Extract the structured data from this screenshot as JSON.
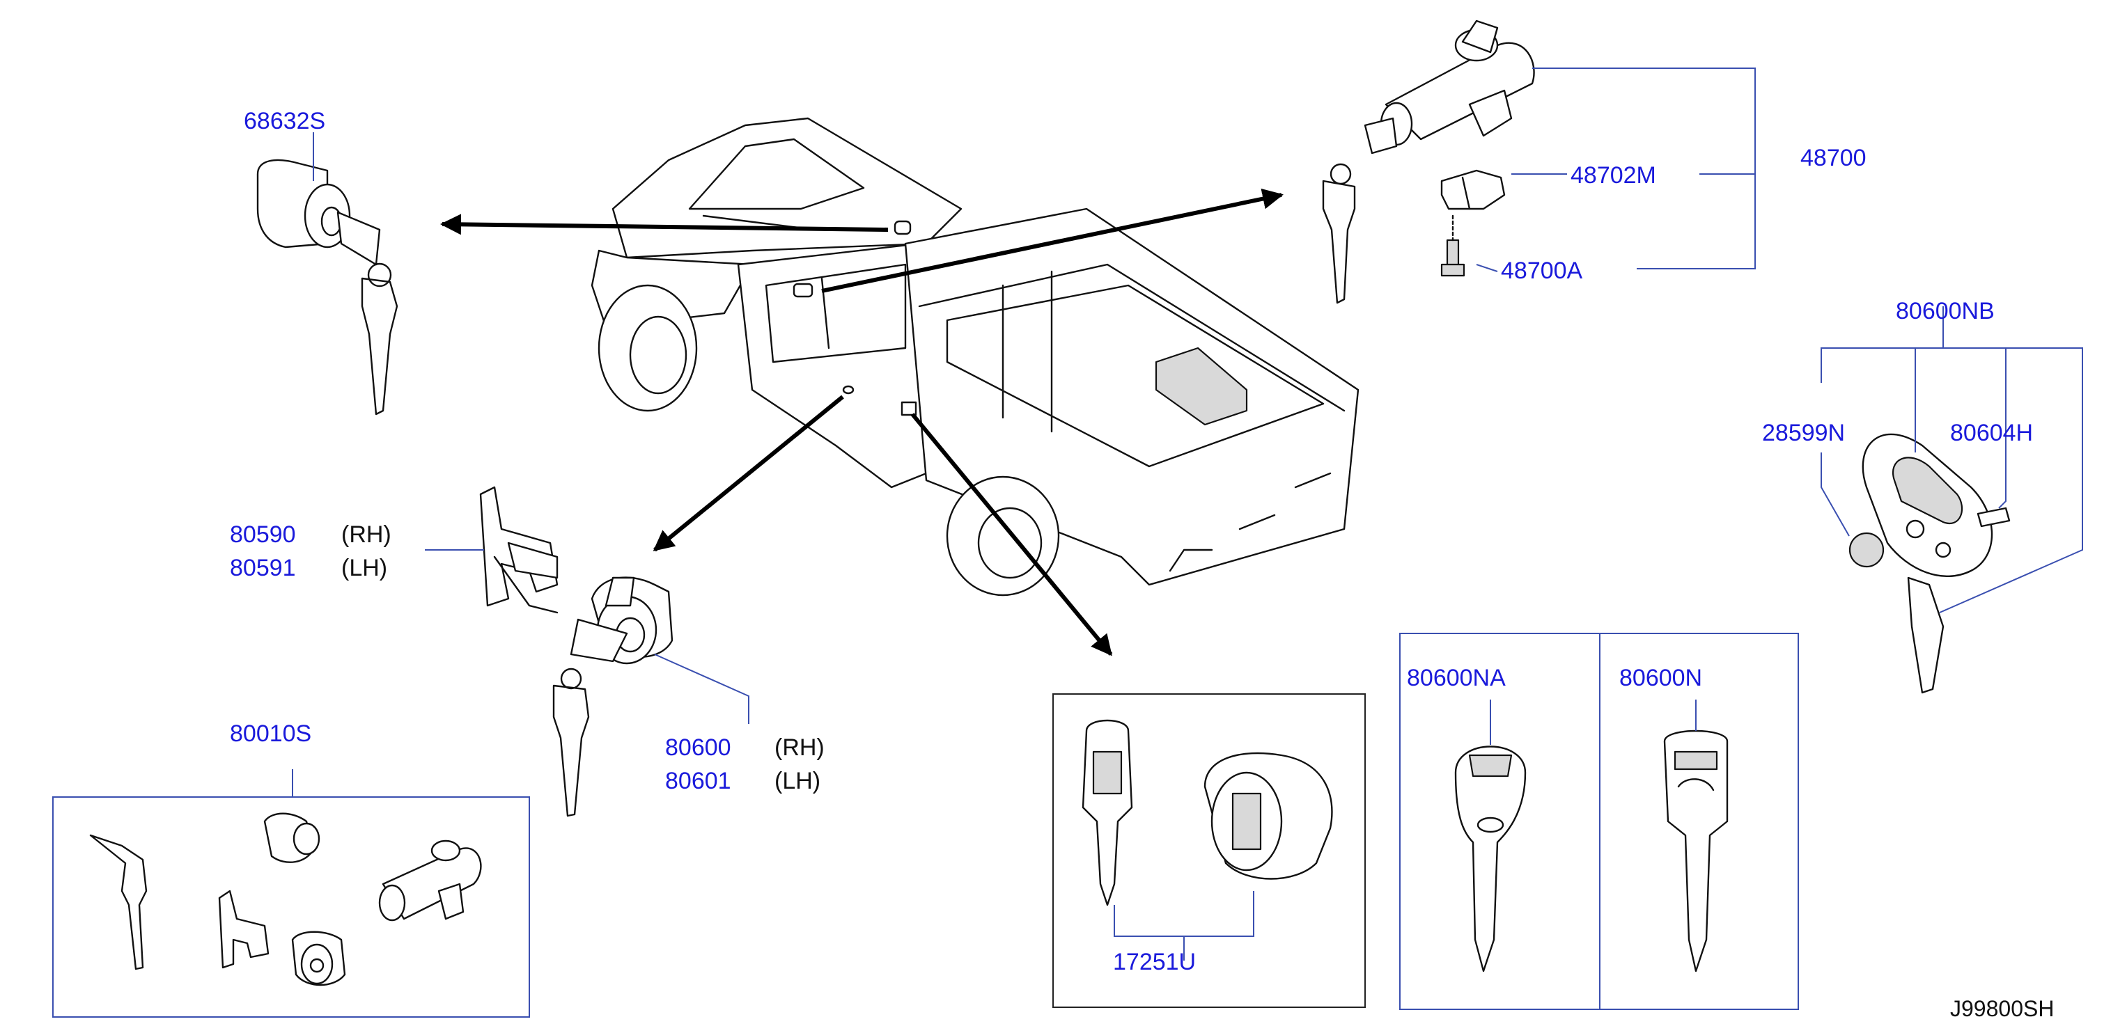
{
  "labels": {
    "p68632S": "68632S",
    "p48700": "48700",
    "p48702M": "48702M",
    "p48700A": "48700A",
    "p80600NB": "80600NB",
    "p28599N": "28599N",
    "p80604H": "80604H",
    "p80590": "80590",
    "p80591": "80591",
    "p80600": "80600",
    "p80601": "80601",
    "p80010S": "80010S",
    "p17251U": "17251U",
    "p80600NA": "80600NA",
    "p80600N": "80600N"
  },
  "sides": {
    "rh": "(RH)",
    "lh": "(LH)"
  },
  "reference": "J99800SH",
  "colors": {
    "part_number": "#1a1adb",
    "leader_line": "#3a4fb0",
    "ink": "#111111"
  },
  "icons": [
    "pickup-truck-illustration",
    "door-lock-cylinder-icon",
    "key-icon",
    "ignition-lock-icon",
    "remote-key-fob-icon",
    "battery-cell-icon",
    "screw-icon",
    "clip-bracket-icon"
  ]
}
